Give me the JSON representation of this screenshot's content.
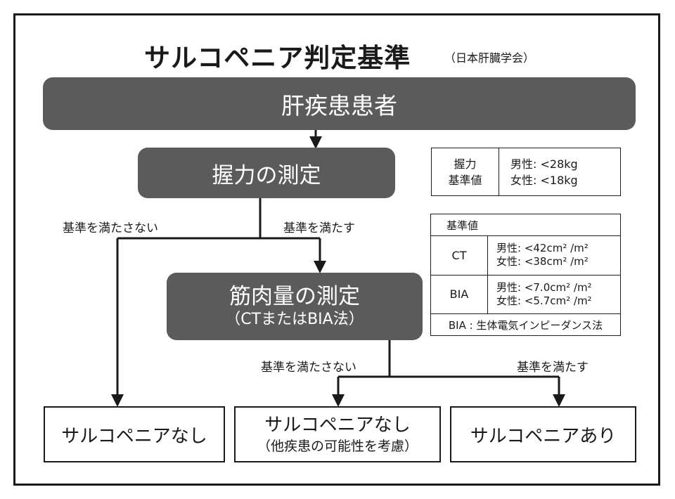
{
  "title": "サルコペニア判定基準",
  "source": "（日本肝臓学会）",
  "nodes": {
    "patients": "肝疾患患者",
    "grip": "握力の測定",
    "muscle": "筋肉量の測定",
    "muscle_method": "（CTまたはBIA法）",
    "out_none": "サルコペニアなし",
    "out_none_other": "サルコペニアなし",
    "out_none_other_note": "（他疾患の可能性を考慮）",
    "out_present": "サルコペニアあり"
  },
  "conditions": {
    "grip_fail": "基準を満たさない",
    "grip_pass": "基準を満たす",
    "muscle_fail": "基準を満たさない",
    "muscle_pass": "基準を満たす"
  },
  "grip_table": {
    "header_line1": "握力",
    "header_line2": "基準値",
    "male": "男性: <28kg",
    "female": "女性: <18kg"
  },
  "mass_table": {
    "caption": "基準値",
    "rows": [
      {
        "method": "CT",
        "male": "男性: <42cm² /m²",
        "female": "女性: <38cm² /m²"
      },
      {
        "method": "BIA",
        "male": "男性: <7.0cm² /m²",
        "female": "女性: <5.7cm² /m²"
      }
    ],
    "footnote": "BIA : 生体電気インピーダンス法"
  }
}
